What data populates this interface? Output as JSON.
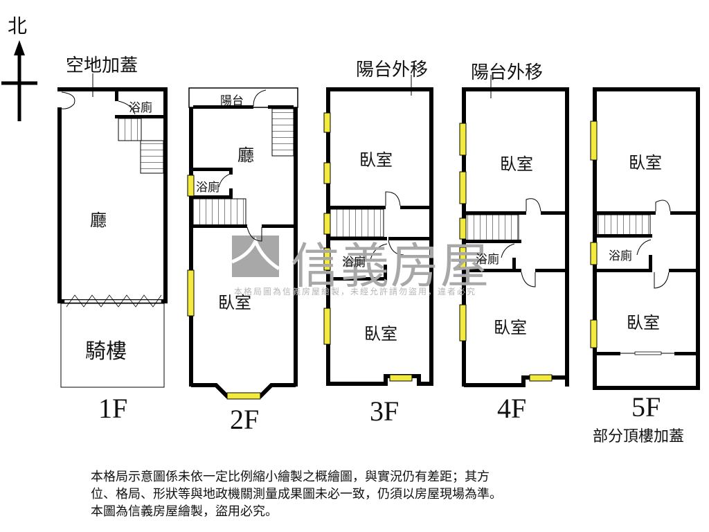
{
  "compass": {
    "label": "北",
    "icon": "north-arrow-icon"
  },
  "watermark": {
    "brand": "信義房屋",
    "notice": "本格局圖為信義房屋繪製，未經允許請勿盜用，違者必究",
    "color": "#a8a8a8"
  },
  "colors": {
    "wall": "#000000",
    "window": "#f2ea3c",
    "watermark": "#a8a8a8"
  },
  "floors": [
    {
      "id": "1F",
      "label": "1F",
      "annotation": "空地加蓋",
      "rooms": [
        {
          "name": "浴廁"
        },
        {
          "name": "廳"
        },
        {
          "name": "騎樓"
        }
      ]
    },
    {
      "id": "2F",
      "label": "2F",
      "rooms": [
        {
          "name": "陽台"
        },
        {
          "name": "廳"
        },
        {
          "name": "浴廁"
        },
        {
          "name": "臥室"
        }
      ]
    },
    {
      "id": "3F",
      "label": "3F",
      "annotation": "陽台外移",
      "rooms": [
        {
          "name": "臥室"
        },
        {
          "name": "浴廁"
        },
        {
          "name": "臥室"
        }
      ]
    },
    {
      "id": "4F",
      "label": "4F",
      "annotation": "陽台外移",
      "rooms": [
        {
          "name": "臥室"
        },
        {
          "name": "浴廁"
        },
        {
          "name": "臥室"
        }
      ]
    },
    {
      "id": "5F",
      "label": "5F",
      "subtitle": "部分頂樓加蓋",
      "rooms": [
        {
          "name": "臥室"
        },
        {
          "name": "浴廁"
        },
        {
          "name": "臥室"
        }
      ]
    }
  ],
  "disclaimer": [
    "本格局示意圖係未依一定比例縮小繪製之概繪圖，與實況仍有差距；其方",
    "位、格局、形狀等與地政機關測量成果圖未必一致，仍須以房屋現場為準。",
    "本圖為信義房屋繪製，盜用必究。"
  ]
}
